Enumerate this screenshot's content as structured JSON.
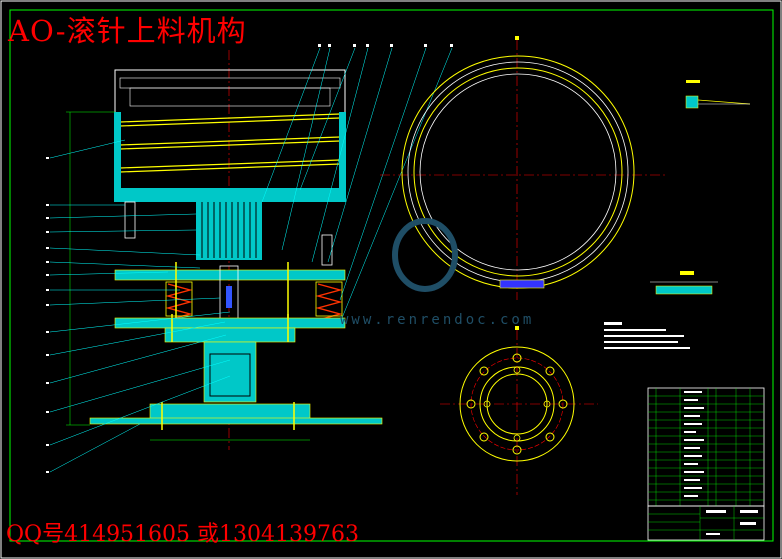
{
  "drawing": {
    "title": "AO-滚针上料机构",
    "contact": "QQ号414951605  或1304139763",
    "watermark_url": "www.renrendoc.com"
  },
  "colors": {
    "background": "#000000",
    "frame": "#ffffff",
    "border": "#00ff00",
    "part_fill": "#00c8c8",
    "outline": "#ffff00",
    "leader": "#00ffff",
    "centerline": "#ff0000",
    "title_text": "#ff0000",
    "watermark": "#1f4e66"
  },
  "views": [
    "main-section-view",
    "ring-plan-view",
    "flange-plan-view",
    "detail-views",
    "technical-notes",
    "parts-list",
    "title-block"
  ]
}
